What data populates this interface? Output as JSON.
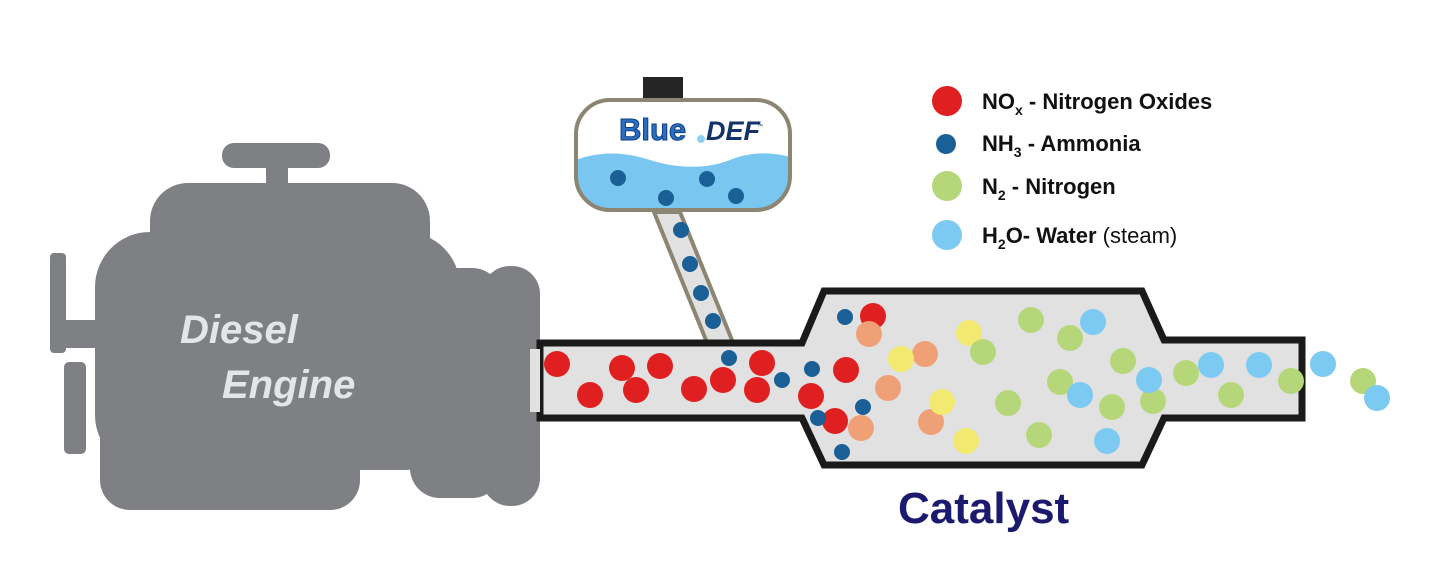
{
  "engine": {
    "line1": "Diesel",
    "line2": "Engine",
    "color": "#7e8084"
  },
  "tank": {
    "logo_blue": "Blue",
    "logo_def": "DEF",
    "logo_tm": "™",
    "liquid_color": "#79c6f0"
  },
  "catalyst_label": "Catalyst",
  "legend": {
    "items": [
      {
        "name": "nox",
        "color": "#e02020",
        "formula": "NO",
        "sub": "x",
        "rest": " - Nitrogen Oxides",
        "extra": ""
      },
      {
        "name": "nh3",
        "color": "#1a5f96",
        "formula": "NH",
        "sub": "3",
        "rest": " - Ammonia",
        "extra": ""
      },
      {
        "name": "n2",
        "color": "#b5d77a",
        "formula": "N",
        "sub": "2",
        "rest": " - Nitrogen",
        "extra": ""
      },
      {
        "name": "h2o",
        "color": "#7ccaf2",
        "formula": "H",
        "sub": "2",
        "rest": "O- Water",
        "extra": " (steam)"
      }
    ]
  },
  "colors": {
    "pipe_fill": "#e1e1e1",
    "outline": "#1a1a1a",
    "nox": "#e02020",
    "nh3": "#1a5f96",
    "n2": "#b5d77a",
    "h2o": "#7ccaf2",
    "intermediate_orange": "#f0a077",
    "intermediate_yellow": "#f2ea70"
  }
}
